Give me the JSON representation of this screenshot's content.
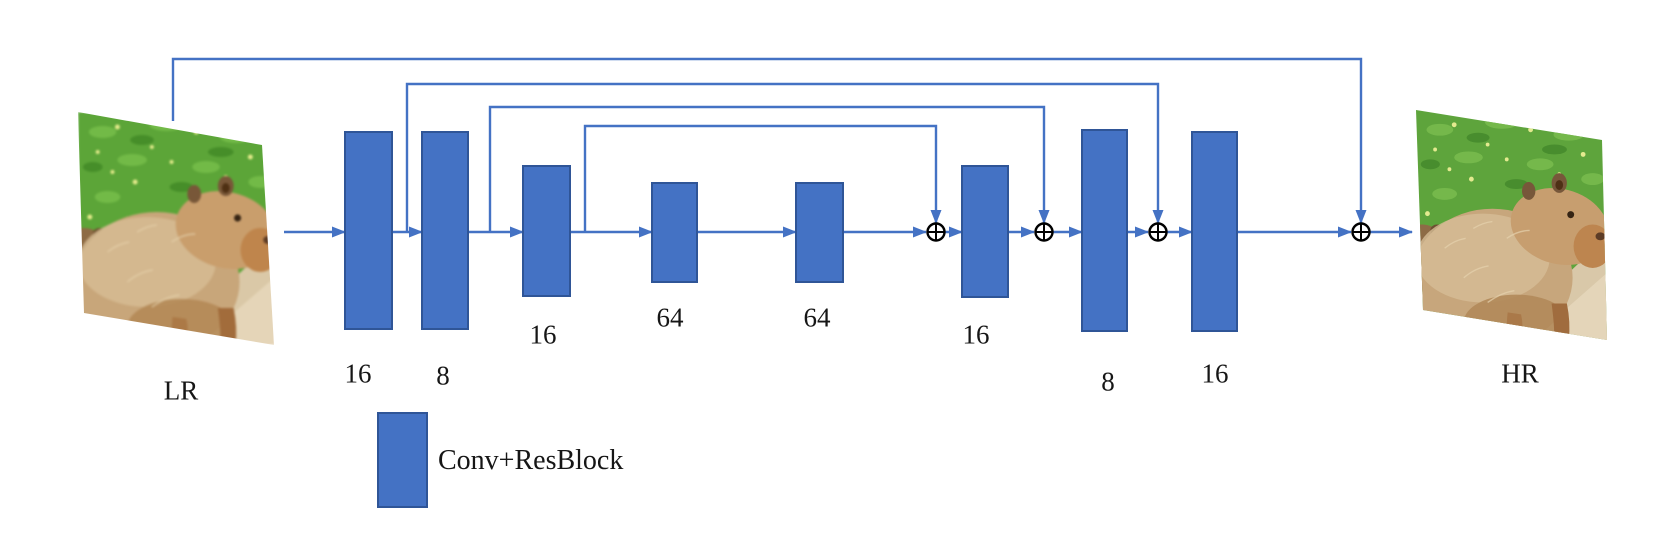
{
  "figure": {
    "input": {
      "label": "LR"
    },
    "output": {
      "label": "HR"
    },
    "blocks": [
      {
        "label": "16"
      },
      {
        "label": "8"
      },
      {
        "label": "16"
      },
      {
        "label": "64"
      },
      {
        "label": "64"
      },
      {
        "label": "16"
      },
      {
        "label": "8"
      },
      {
        "label": "16"
      }
    ],
    "legend": {
      "label": "Conv+ResBlock"
    },
    "operator_symbol": "⊕",
    "operator_count": 4,
    "colors": {
      "block_fill": "#4472C4",
      "block_border": "#2F5597",
      "connector": "#4472C4",
      "operator": "#000000",
      "label_text": "#161616",
      "background": "#FFFFFF"
    }
  }
}
